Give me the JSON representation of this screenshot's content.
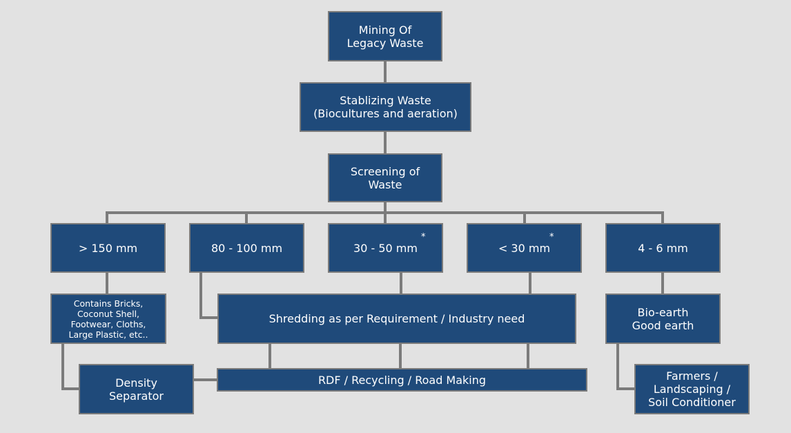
{
  "diagram": {
    "title": "Mining of Legacy Waste process flow",
    "colors": {
      "box_fill": "#1f4a7a",
      "box_border": "#7b7b7b",
      "connector": "#7b7b7b",
      "text": "#ffffff",
      "background": "#e2e2e2"
    },
    "nodes": {
      "mining": "Mining Of\nLegacy Waste",
      "stabilizing": "Stablizing Waste\n(Biocultures and aeration)",
      "screening": "Screening of\nWaste",
      "size_150": "> 150 mm",
      "size_80_100": "80 - 100 mm",
      "size_30_50": "30 - 50 mm",
      "size_lt30": "< 30 mm",
      "size_4_6": "4 - 6 mm",
      "contains": "Contains Bricks,\nCoconut Shell,\nFootwear, Cloths,\nLarge Plastic, etc..",
      "shredding": "Shredding as per Requirement / Industry need",
      "bio_earth": "Bio-earth\nGood earth",
      "density": "Density\nSeparator",
      "rdf": "RDF / Recycling / Road Making",
      "farmers": "Farmers /\nLandscaping /\nSoil Conditioner"
    },
    "asterisk": "*",
    "edges": [
      [
        "mining",
        "stabilizing"
      ],
      [
        "stabilizing",
        "screening"
      ],
      [
        "screening",
        "size_150"
      ],
      [
        "screening",
        "size_80_100"
      ],
      [
        "screening",
        "size_30_50"
      ],
      [
        "screening",
        "size_lt30"
      ],
      [
        "screening",
        "size_4_6"
      ],
      [
        "size_150",
        "contains"
      ],
      [
        "size_80_100",
        "shredding"
      ],
      [
        "size_30_50",
        "shredding"
      ],
      [
        "size_lt30",
        "shredding"
      ],
      [
        "size_4_6",
        "bio_earth"
      ],
      [
        "contains",
        "density"
      ],
      [
        "density",
        "rdf"
      ],
      [
        "shredding",
        "rdf"
      ],
      [
        "bio_earth",
        "farmers"
      ]
    ]
  }
}
